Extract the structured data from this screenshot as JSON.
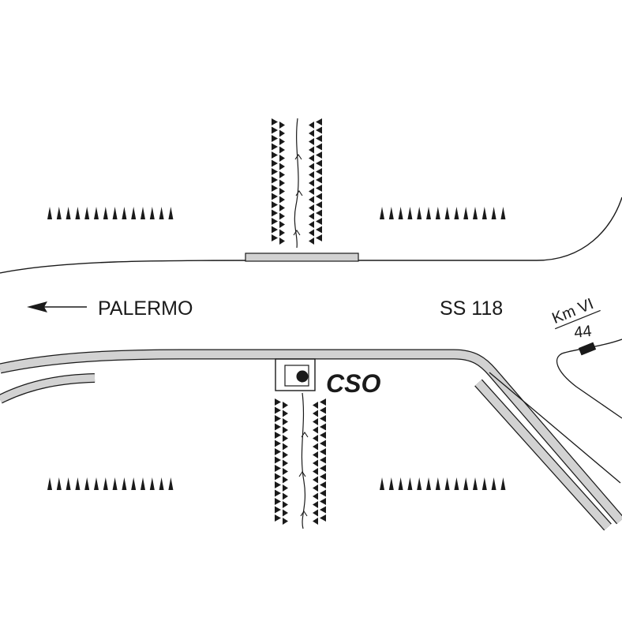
{
  "labels": {
    "direction": "PALERMO",
    "road": "SS 118",
    "km_marker_top": "Km VI",
    "km_marker_bottom": "44",
    "station": "CSO"
  },
  "colors": {
    "ink": "#1a1a1a",
    "road_fill": "#d2d2d2",
    "background": "#ffffff"
  },
  "icons": [
    "direction-arrow-icon",
    "station-marker-icon",
    "km-marker-icon",
    "stream-flow-arrow-icon",
    "vegetation-symbol-icon"
  ]
}
